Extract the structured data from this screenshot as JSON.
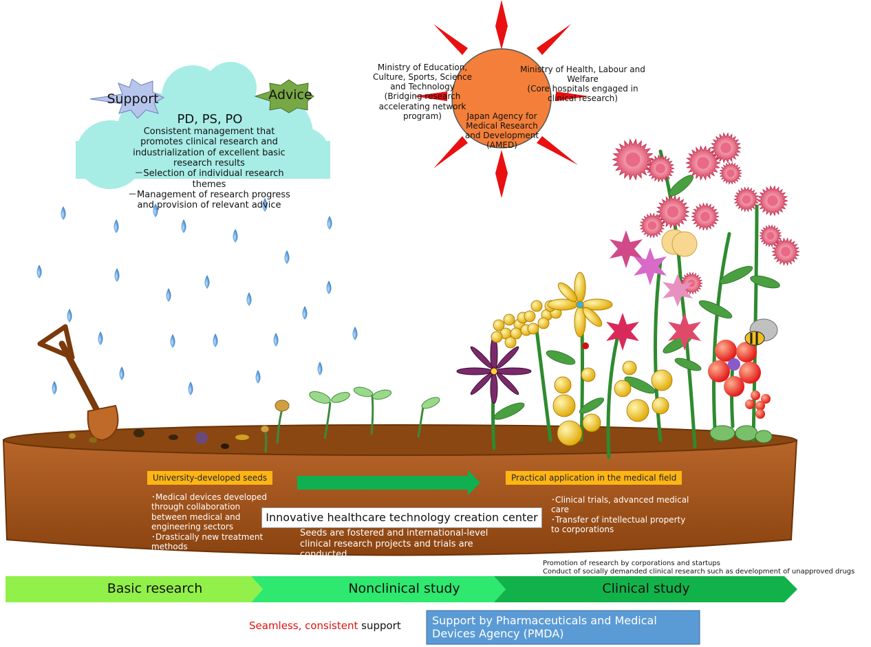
{
  "cloud": {
    "title": "PD, PS, PO",
    "lines": [
      "Consistent management that",
      "promotes clinical research and",
      "industrialization of excellent basic",
      "research results"
    ],
    "bullets": [
      "－Selection of individual research",
      "themes",
      "－Management of research progress",
      "and provision of relevant advice"
    ]
  },
  "badges": {
    "support": "Support",
    "advice": "Advice"
  },
  "sun": {
    "left_label": [
      "Ministry of Education,",
      "Culture, Sports, Science",
      "and Technology",
      "(Bridging research",
      "accelerating network",
      "program)"
    ],
    "right_label": [
      "Ministry of Health, Labour and",
      "Welfare",
      "(Core hospitals engaged in",
      "clinical research)"
    ],
    "center_label": [
      "Japan Agency for",
      "Medical Research",
      "and Development",
      "(AMED)"
    ]
  },
  "soil": {
    "seeds_label": "University-developed seeds",
    "seeds_points": [
      "･Medical devices developed",
      "through collaboration",
      "between medical and",
      "engineering sectors",
      "･Drastically new treatment",
      "methods"
    ],
    "practical_label": "Practical application in the medical field",
    "practical_points": [
      "･Clinical trials, advanced medical",
      "care",
      "･Transfer of intellectual property",
      "to corporations"
    ],
    "center_box": "Innovative healthcare technology creation center",
    "center_desc": [
      "Seeds are fostered and international-level",
      "clinical research projects and trials are",
      "conducted"
    ]
  },
  "notes": [
    "Promotion of research by corporations and startups",
    "Conduct of socially demanded clinical research such as development of unapproved drugs"
  ],
  "stages": [
    {
      "label": "Basic research",
      "color": "#92f04a"
    },
    {
      "label": "Nonclinical study",
      "color": "#2ee870"
    },
    {
      "label": "Clinical study",
      "color": "#12b24a"
    }
  ],
  "footer": {
    "seamless_red": "Seamless, consistent",
    "seamless_black": "support",
    "pmda_line1": "Support by Pharmaceuticals and Medical",
    "pmda_line2": "Devices Agency (PMDA)",
    "pmda_color": "#5b9bd5"
  },
  "colors": {
    "soil": "#a8581a",
    "soil_top": "#8a4712",
    "cloud": "#a8ece6",
    "sun": "#f37f3a",
    "ray": "#e81010"
  }
}
